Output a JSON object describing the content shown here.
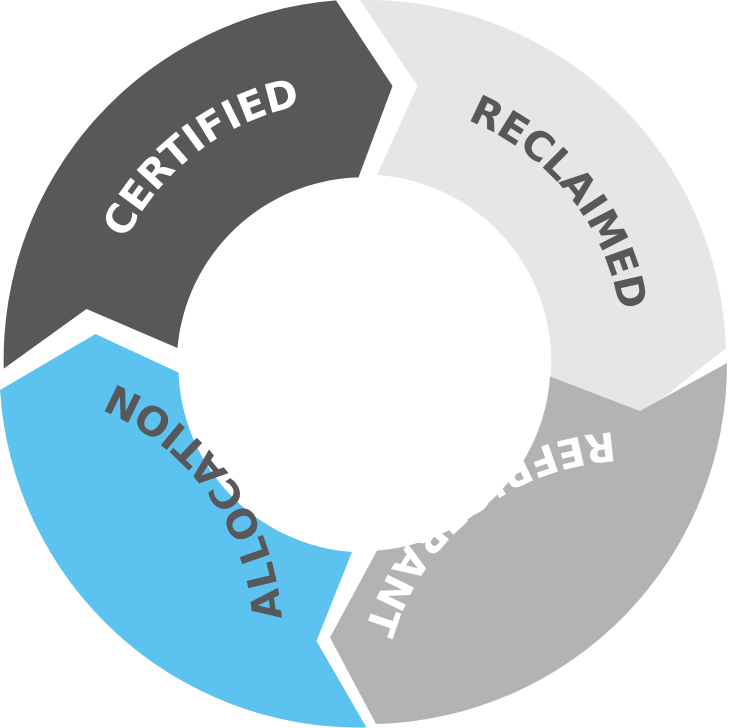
{
  "diagram": {
    "segments": [
      {
        "id": "certified",
        "label": "CERTIFIED",
        "fill": "#58585a",
        "text_color": "#ffffff"
      },
      {
        "id": "reclaimed",
        "label": "RECLAIMED",
        "fill": "#e6e6e7",
        "text_color": "#58585a"
      },
      {
        "id": "refrigerant",
        "label": "REFRIGERANT",
        "fill": "#b3b3b4",
        "text_color": "#ffffff"
      },
      {
        "id": "allocation",
        "label": "ALLOCATION",
        "fill": "#5cc3f0",
        "text_color": "#58585a"
      }
    ]
  }
}
